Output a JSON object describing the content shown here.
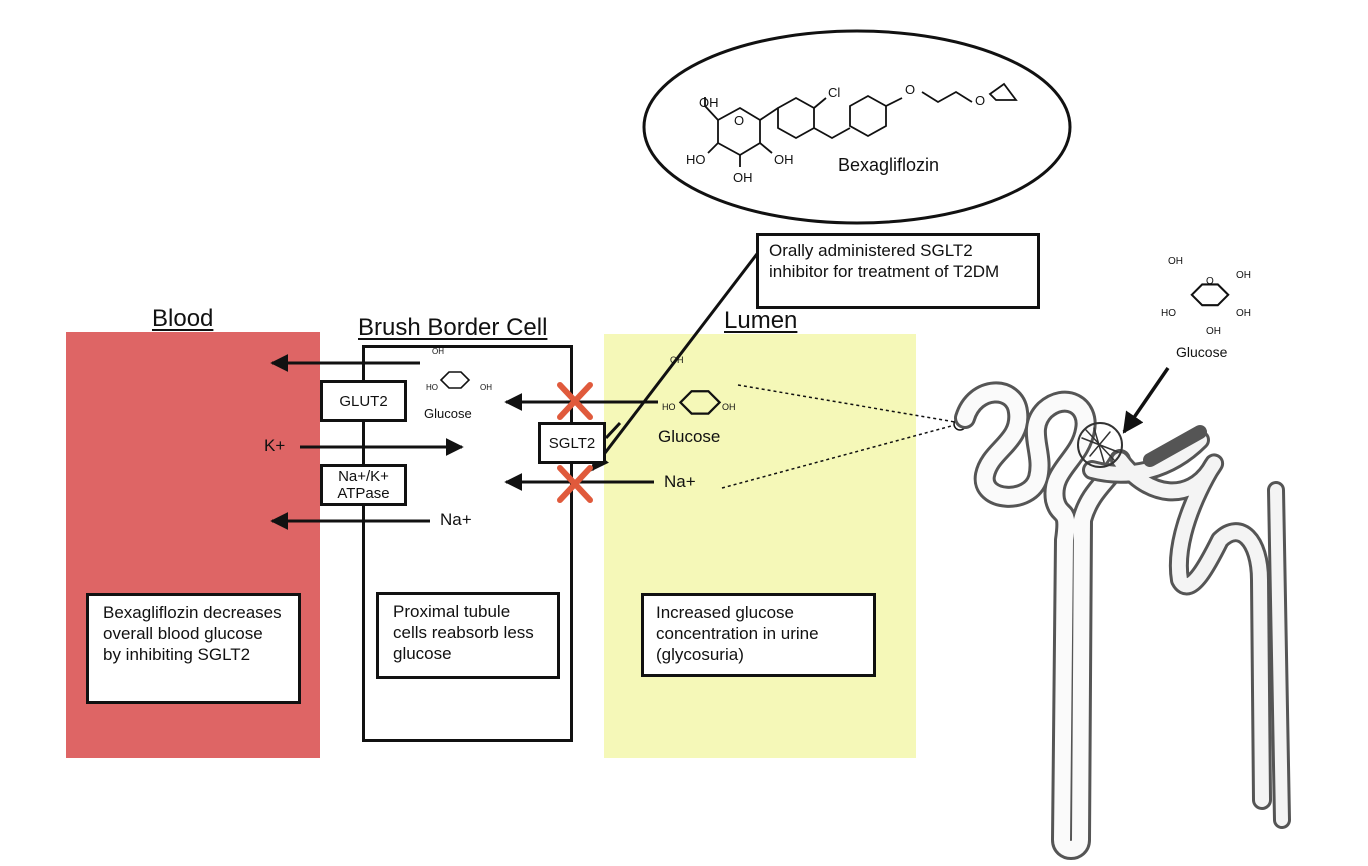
{
  "headings": {
    "blood": "Blood",
    "cell": "Brush Border Cell",
    "lumen": "Lumen"
  },
  "drug": {
    "name": "Bexagliflozin",
    "chlorine": "Cl",
    "oxygen": "O",
    "hydroxyls": [
      "OH",
      "HO",
      "OH",
      "OH"
    ]
  },
  "info_box": "Orally administered SGLT2 inhibitor for treatment of T2DM",
  "transporters": {
    "glut2": "GLUT2",
    "sglt2": "SGLT2",
    "pump": "Na+/K+ ATPase"
  },
  "ions": {
    "k": "K+",
    "na_cell": "Na+",
    "na_lumen": "Na+"
  },
  "glucose_labels": {
    "cell": "Glucose",
    "lumen": "Glucose",
    "nephron": "Glucose"
  },
  "ring_atoms": {
    "oh": "OH",
    "ho": "HO",
    "o": "O"
  },
  "notes": {
    "blood": "Bexagliflozin decreases overall blood glucose by inhibiting SGLT2",
    "cell": "Proximal tubule cells reabsorb less glucose",
    "lumen": "Increased glucose concentration in urine (glycosuria)"
  },
  "colors": {
    "blood": "#de6565",
    "lumen": "#f5f8b8",
    "inhibit": "#e05a3c"
  }
}
